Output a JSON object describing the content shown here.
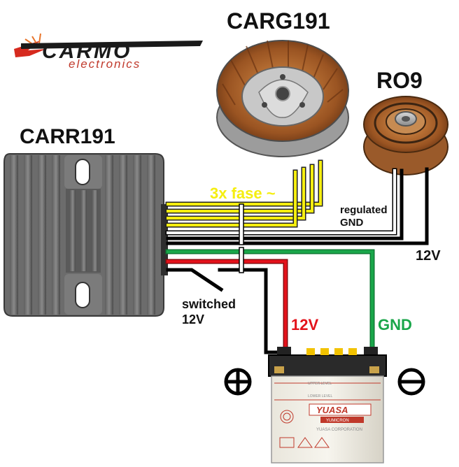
{
  "brand": {
    "name": "CARMO",
    "tagline": "electronics",
    "colors": {
      "name": "#1a1a1a",
      "tagline": "#c0392b",
      "accent": "#d62a1e"
    }
  },
  "components": {
    "regulator": {
      "label": "CARR191"
    },
    "stator": {
      "label": "CARG191"
    },
    "rotor": {
      "label": "RO9"
    },
    "battery": {
      "brand": "YUASA",
      "subbrand": "YUMICRON",
      "upper_level": "UPPER LEVEL",
      "lower_level": "LOWER LEVEL",
      "corporation": "YUASA CORPORATION"
    }
  },
  "labels": {
    "phases": "3x fase ~",
    "regulated_line1": "regulated",
    "regulated_line2": "GND",
    "out_12v": "12V",
    "switched_line1": "switched",
    "switched_line2": "12V",
    "pos_12v": "12V",
    "gnd": "GND"
  },
  "wire_colors": {
    "phase": "#f5ee10",
    "ground": "#000000",
    "regulated": "#ffffff",
    "positive": "#e3121b",
    "gnd": "#1aa64a"
  },
  "symbols": {
    "positive": "plus-in-circle",
    "negative": "minus-in-circle"
  }
}
